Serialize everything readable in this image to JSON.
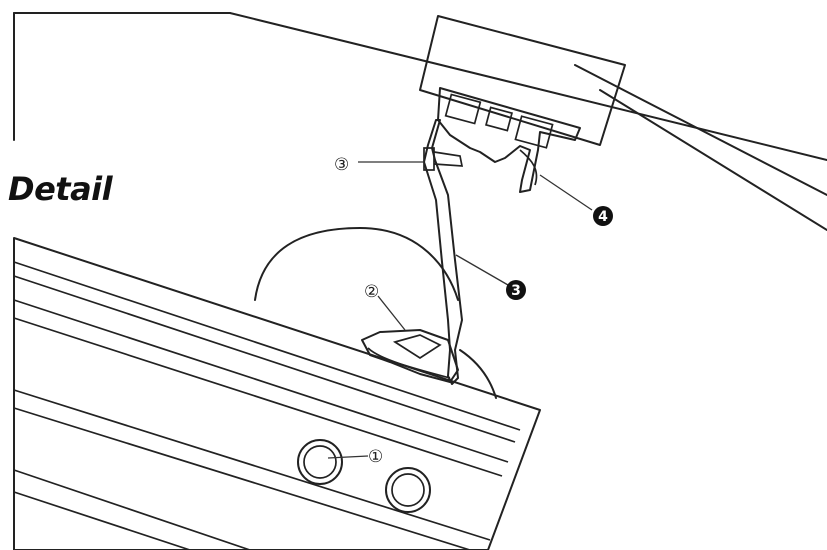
{
  "title": "Detail",
  "callouts": {
    "c1": "①",
    "c2": "②",
    "c3": "③",
    "c3b": "3",
    "c4b": "4"
  },
  "colors": {
    "line": "#222222",
    "background": "#ffffff",
    "badge": "#111111"
  }
}
